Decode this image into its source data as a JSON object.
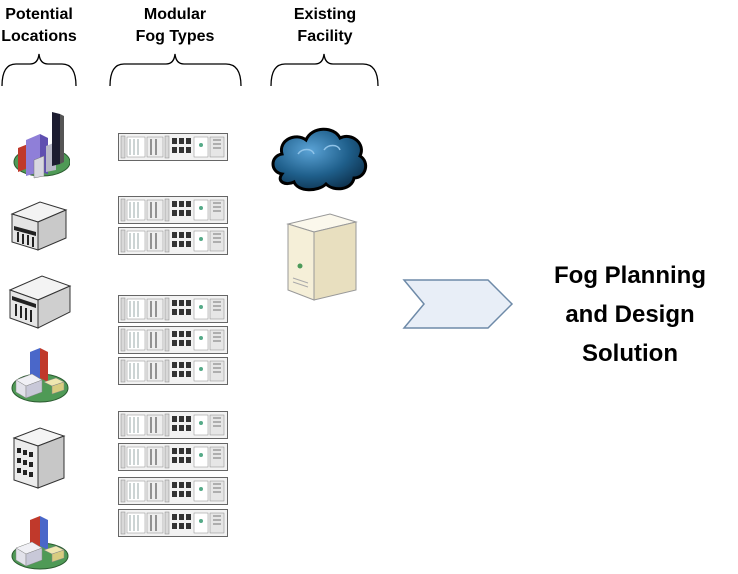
{
  "headers": {
    "potential_locations": "Potential\nLocations",
    "modular_fog_types": "Modular\nFog Types",
    "existing_facility": "Existing\nFacility"
  },
  "result": "Fog Planning\nand Design\nSolution",
  "potential_location_icons": [
    "city-skyline-icon",
    "bank-building-icon",
    "factory-building-icon",
    "city-block-icon",
    "office-building-icon",
    "city-block-icon"
  ],
  "fog_type_rack_groups": [
    1,
    2,
    3,
    4
  ],
  "existing_facility_icons": [
    "cloud-icon",
    "server-tower-icon"
  ],
  "colors": {
    "arrow_fill": "#e8eef7",
    "arrow_stroke": "#6e8aa8",
    "cloud": "#1f5f8b"
  }
}
